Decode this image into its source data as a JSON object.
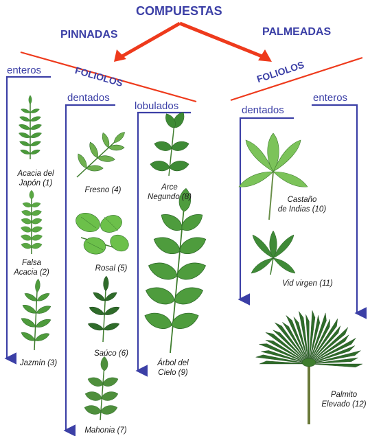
{
  "title": "COMPUESTAS",
  "branches": {
    "pinnadas": "PINNADAS",
    "palmeadas": "PALMEADAS"
  },
  "foliolos_left": "FOLIOLOS",
  "foliolos_right": "FOLIOLOS",
  "categories": {
    "enteros_left": "enteros",
    "dentados_left": "dentados",
    "lobulados": "lobulados",
    "dentados_right": "dentados",
    "enteros_right": "enteros"
  },
  "species": [
    {
      "id": "acacia-japon",
      "line1": "Acacia del",
      "line2": "Japón (1)"
    },
    {
      "id": "falsa-acacia",
      "line1": "Falsa",
      "line2": "Acacia (2)"
    },
    {
      "id": "jazmin",
      "line1": "Jazmín (3)",
      "line2": ""
    },
    {
      "id": "fresno",
      "line1": "Fresno (4)",
      "line2": ""
    },
    {
      "id": "rosal",
      "line1": "Rosal (5)",
      "line2": ""
    },
    {
      "id": "sauco",
      "line1": "Saúco (6)",
      "line2": ""
    },
    {
      "id": "mahonia",
      "line1": "Mahonia (7)",
      "line2": ""
    },
    {
      "id": "arce",
      "line1": "Arce",
      "line2": "Negundo (8)"
    },
    {
      "id": "arbol-cielo",
      "line1": "Árbol del",
      "line2": "Cielo (9)"
    },
    {
      "id": "castano",
      "line1": "Castaño",
      "line2": "de Indias (10)"
    },
    {
      "id": "vid",
      "line1": "Vid virgen (11)",
      "line2": ""
    },
    {
      "id": "palmito",
      "line1": "Palmito",
      "line2": "Elevado (12)"
    }
  ],
  "colors": {
    "text_blue": "#3b3fa6",
    "arrow_red": "#ee3a1c",
    "line_red": "#ee3a1c",
    "leaf_green": "#4a9a3a",
    "leaf_light": "#7cc35a",
    "leaf_dark": "#2f6b2a"
  }
}
